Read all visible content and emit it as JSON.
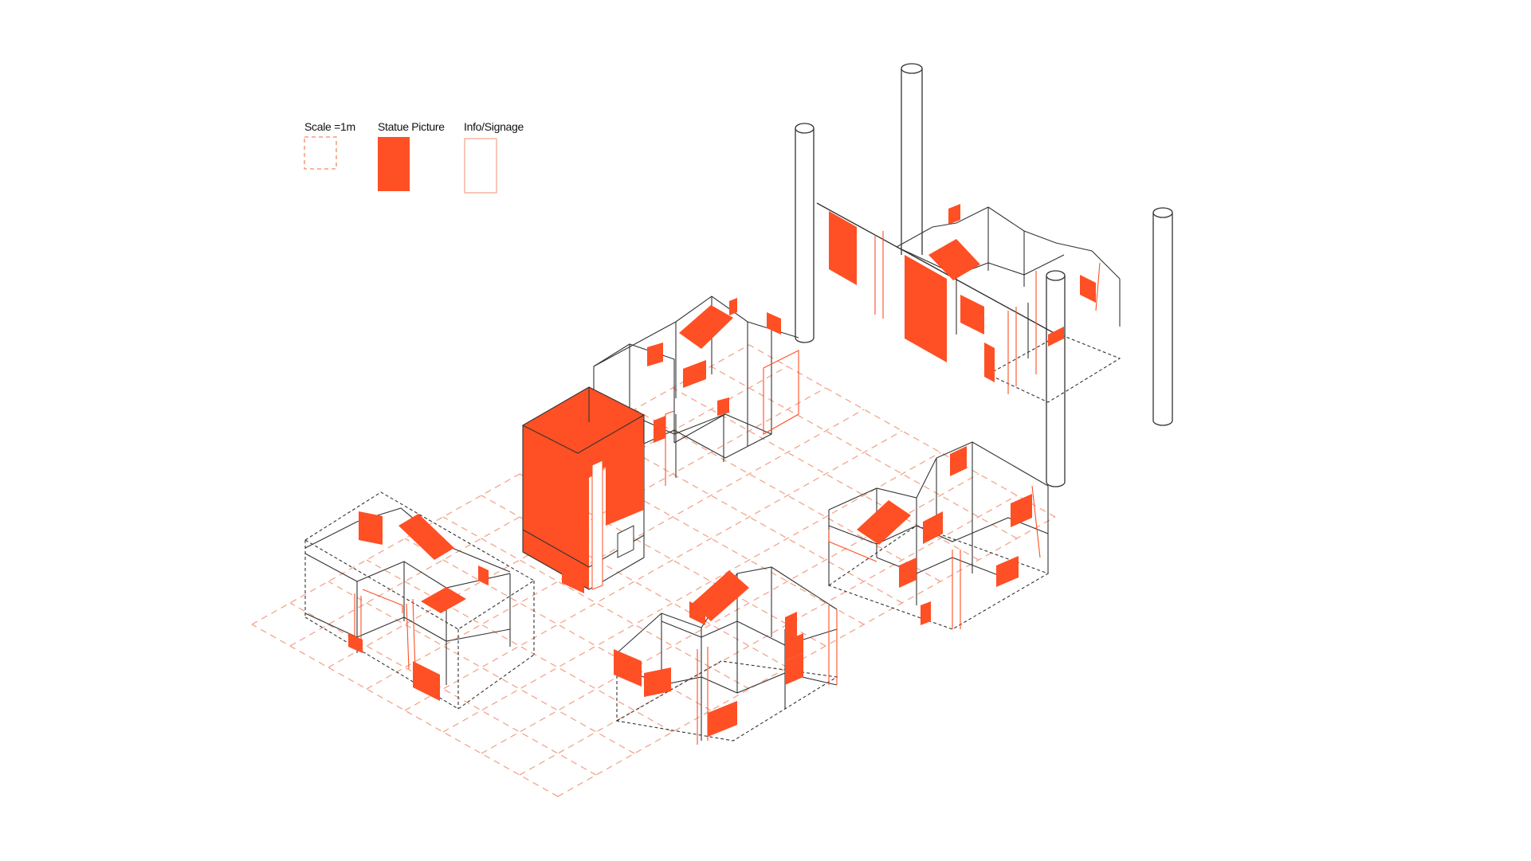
{
  "legend": {
    "scale_label": "Scale =1m",
    "statue_label": "Statue Picture",
    "info_label": "Info/Signage"
  },
  "colors": {
    "accent": "#ff4f24",
    "grid": "#f3a58b",
    "line": "#333333",
    "background": "#ffffff"
  },
  "diagram": {
    "type": "axonometric site plan",
    "pavilions": [
      "pavilion-front-left",
      "pavilion-tower",
      "pavilion-back-center",
      "pavilion-front-center",
      "pavilion-right",
      "pavilion-back-right"
    ],
    "columns": 4
  }
}
